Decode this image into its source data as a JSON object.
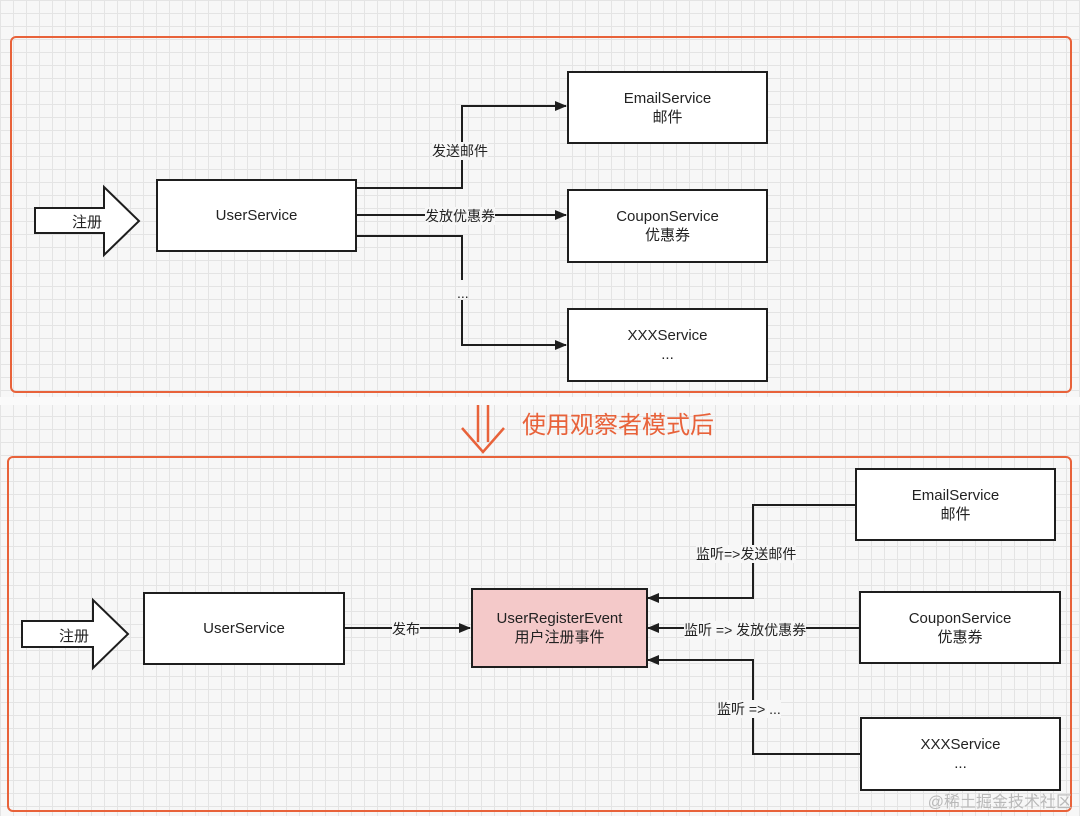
{
  "top": {
    "entry_label": "注册",
    "user_service": "UserService",
    "services": [
      {
        "name": "EmailService",
        "sub": "邮件"
      },
      {
        "name": "CouponService",
        "sub": "优惠券"
      },
      {
        "name": "XXXService",
        "sub": "..."
      }
    ],
    "edge_labels": {
      "email": "发送邮件",
      "coupon": "发放优惠券",
      "more": "..."
    }
  },
  "transition": {
    "caption": "使用观察者模式后"
  },
  "bottom": {
    "entry_label": "注册",
    "user_service": "UserService",
    "publish_label": "发布",
    "event": {
      "name": "UserRegisterEvent",
      "sub": "用户注册事件"
    },
    "services": [
      {
        "name": "EmailService",
        "sub": "邮件"
      },
      {
        "name": "CouponService",
        "sub": "优惠券"
      },
      {
        "name": "XXXService",
        "sub": "..."
      }
    ],
    "listen_labels": {
      "email": "监听=>发送邮件",
      "coupon": "监听 => 发放优惠券",
      "more": "监听 => ..."
    },
    "colors": {
      "event_fill": "#f4c9c9",
      "accent": "#e8623a"
    }
  },
  "watermark": "@稀土掘金技术社区"
}
